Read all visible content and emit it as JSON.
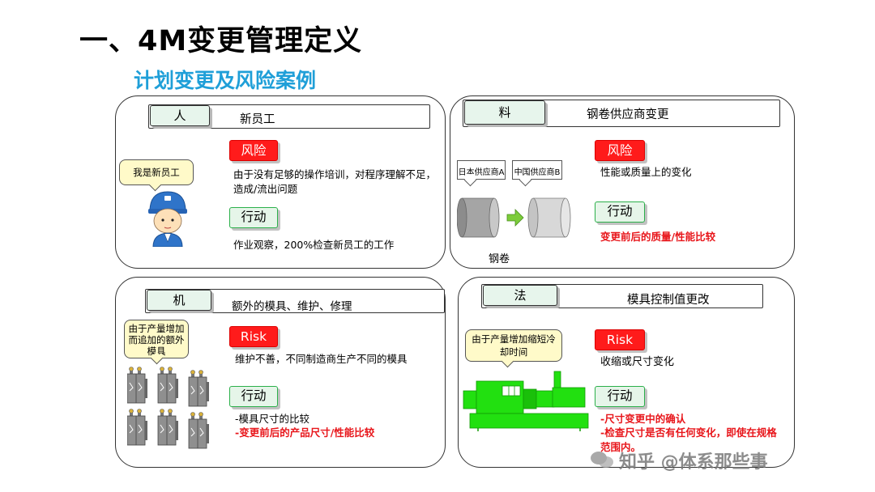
{
  "page": {
    "title": "一、4M变更管理定义",
    "subtitle": "计划变更及风险案例"
  },
  "person": {
    "category": "人",
    "header": "新员工",
    "bubble": "我是新员工",
    "risk_label": "风险",
    "risk_text": "由于没有足够的操作培训，对程序理解不足，造成/流出问题",
    "action_label": "行动",
    "action_text": "作业观察，200%检查新员工的工作"
  },
  "material": {
    "category": "料",
    "header": "钢卷供应商变更",
    "supplier_a": "日本供应商A",
    "supplier_b": "中国供应商B",
    "coil_label": "钢卷",
    "risk_label": "风险",
    "risk_text": "性能或质量上的变化",
    "action_label": "行动",
    "action_text": "变更前后的质量/性能比较"
  },
  "machine": {
    "category": "机",
    "header": "额外的模具、维护、修理",
    "bubble": "由于产量增加而追加的额外模具",
    "risk_label": "Risk",
    "risk_text": "维护不善，不同制造商生产不同的模具",
    "action_label": "行动",
    "action_line1": "-模具尺寸的比较",
    "action_line2": "-变更前后的产品尺寸/性能比较"
  },
  "method": {
    "category": "法",
    "header": "模具控制值更改",
    "bubble": "由于产量增加缩短冷却时间",
    "risk_label": "Risk",
    "risk_text": "收缩或尺寸变化",
    "action_label": "行动",
    "action_line1": "-尺寸变更中的确认",
    "action_line2": "-检查尺寸是否有任何变化，即使在规格范围内。"
  },
  "watermark": "知乎 @体系那些事",
  "colors": {
    "accent_blue": "#1f9fd8",
    "risk_red": "#ff1b1b",
    "action_green": "#2bb04a",
    "machine_green": "#22e010"
  },
  "icons": [
    "worker-icon",
    "steel-coil-icon",
    "arrow-right-icon",
    "mold-icon",
    "injection-machine-icon",
    "wechat-icon"
  ]
}
